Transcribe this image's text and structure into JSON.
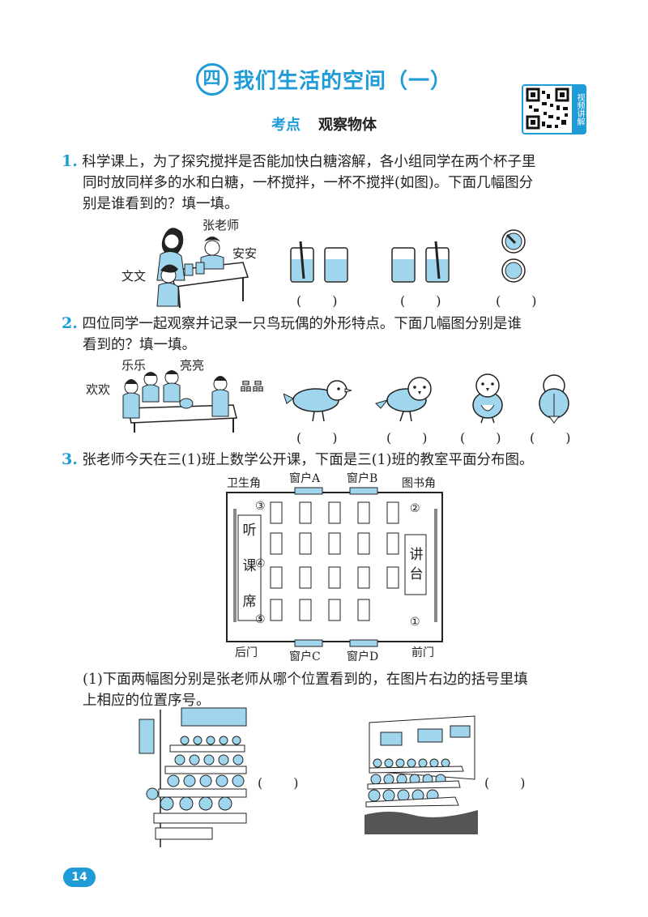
{
  "header": {
    "chapter_num": "四",
    "chapter_title": "我们生活的空间（一）",
    "kaodian_label": "考点",
    "kaodian_topic": "观察物体",
    "qr_label": "视频讲解"
  },
  "q1": {
    "num": "1.",
    "text_line1": "科学课上，为了探究搅拌是否能加快白糖溶解，各小组同学在两个杯子里",
    "text_line2": "同时放同样多的水和白糖，一杯搅拌，一杯不搅拌(如图)。下面几幅图分",
    "text_line3": "别是谁看到的？填一填。",
    "names": [
      "张老师",
      "安安",
      "文文"
    ],
    "answers": [
      "(　　)",
      "(　　)",
      "(　　)"
    ]
  },
  "q2": {
    "num": "2.",
    "text_line1": "四位同学一起观察并记录一只鸟玩偶的外形特点。下面几幅图分别是谁",
    "text_line2": "看到的？填一填。",
    "names": [
      "乐乐",
      "亮亮",
      "欢欢",
      "晶晶"
    ],
    "answers": [
      "(　　)",
      "(　　)",
      "(　　)",
      "(　　)"
    ]
  },
  "q3": {
    "num": "3.",
    "text": "张老师今天在三(1)班上数学公开课，下面是三(1)班的教室平面分布图。",
    "plan": {
      "wc": "卫生角",
      "lib": "图书角",
      "back_door": "后门",
      "front_door": "前门",
      "win_a": "窗户A",
      "win_b": "窗户B",
      "win_c": "窗户C",
      "win_d": "窗户D",
      "audience": [
        "听",
        "课",
        "席"
      ],
      "podium": [
        "讲",
        "台"
      ],
      "pos1": "①",
      "pos2": "②",
      "pos3": "③",
      "pos4": "④",
      "pos5": "⑤"
    },
    "sub1_line1": "(1)下面两幅图分别是张老师从哪个位置看到的，在图片右边的括号里填",
    "sub1_line2": "上相应的位置序号。",
    "answers": [
      "(　　)",
      "(　　)"
    ]
  },
  "footer": {
    "page": "14"
  },
  "colors": {
    "accent": "#1f9bd7",
    "light_blue": "#9fd6ee"
  }
}
